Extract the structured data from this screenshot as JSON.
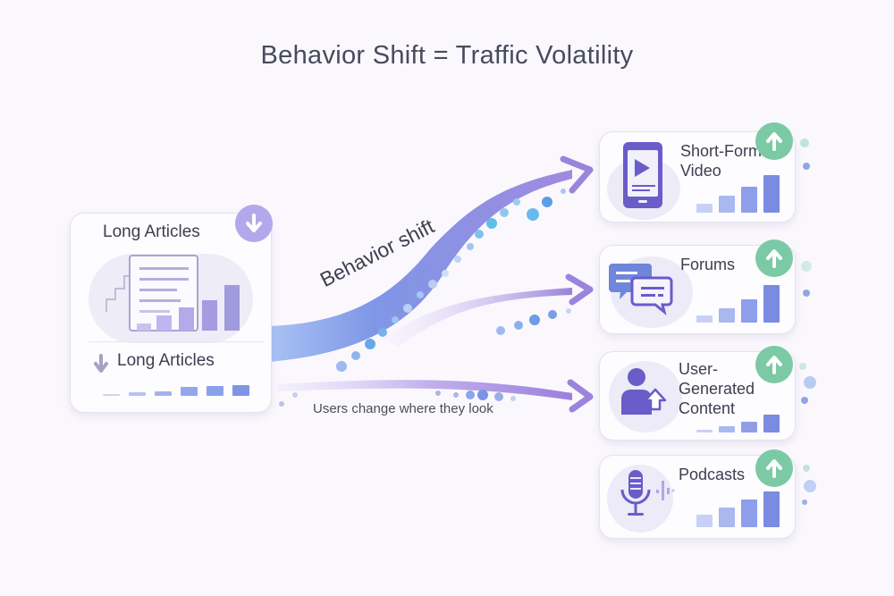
{
  "title": "Behavior Shift = Traffic Volatility",
  "source": {
    "label_top": "Long Articles",
    "label_bottom": "Long Articles",
    "trend": "down",
    "badge_icon": "arrow-down-icon",
    "bars_bottom": [
      0.05,
      0.2,
      0.3,
      0.55,
      0.6,
      0.65
    ]
  },
  "arrow_label": "Behavior shift",
  "caption": "Users change where they look",
  "targets": [
    {
      "label": "Short-Form Video",
      "label_line1": "Short-Form",
      "label_line2": "Video",
      "icon": "smartphone-video-icon",
      "trend": "up",
      "bars": [
        0.25,
        0.45,
        0.7,
        1.0
      ]
    },
    {
      "label": "Forums",
      "icon": "chat-bubbles-icon",
      "trend": "up",
      "bars": [
        0.2,
        0.38,
        0.62,
        1.0
      ]
    },
    {
      "label": "User-Generated Content",
      "label_line1": "User-",
      "label_line2": "Generated",
      "label_line3": "Content",
      "icon": "user-upload-icon",
      "trend": "up",
      "bars": [
        0.15,
        0.35,
        0.6,
        1.0
      ]
    },
    {
      "label": "Podcasts",
      "icon": "microphone-icon",
      "trend": "up",
      "bars": [
        0.35,
        0.55,
        0.78,
        1.0
      ]
    }
  ],
  "colors": {
    "background": "#fbf8fd",
    "up_badge": "#7cc9a5",
    "down_badge": "#b3a8ec",
    "arrow_blue": "#7f9ae8",
    "arrow_purple": "#9b84dc",
    "icon_purple": "#6a5cc9"
  }
}
